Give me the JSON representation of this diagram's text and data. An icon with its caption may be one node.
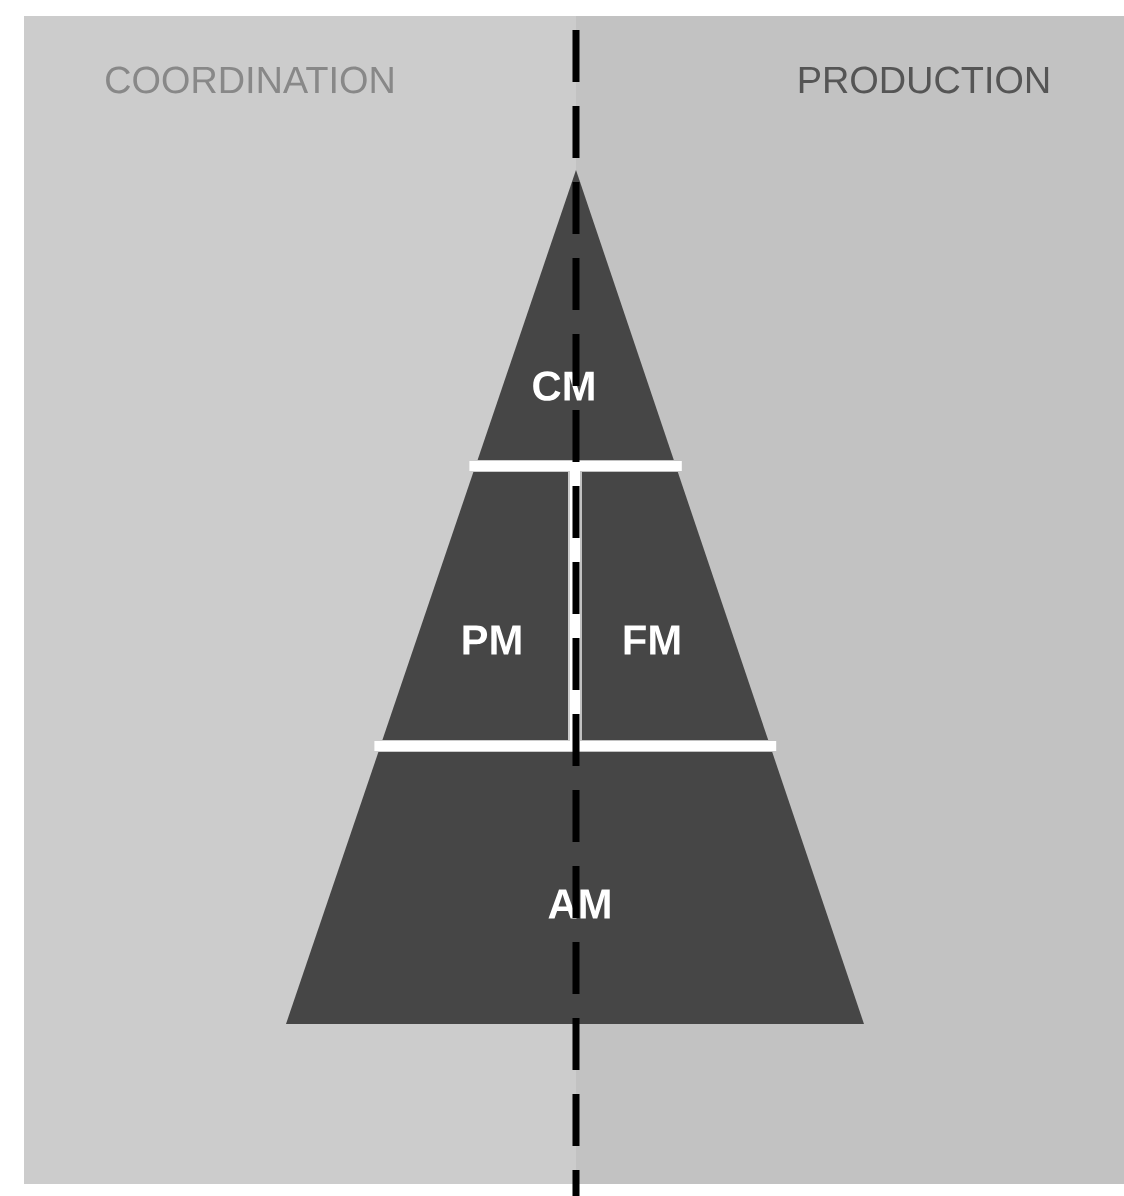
{
  "diagram": {
    "nodes": [
      {
        "text": [
          "COORDINATION"
        ]
      },
      {
        "text": [
          "PRODUCTION"
        ]
      },
      {
        "text": [
          "CM"
        ]
      },
      {
        "text": [
          "PM"
        ],
        "in": 0
      },
      {
        "text": [
          "FM"
        ],
        "in": 1
      },
      {
        "text": [
          "AM"
        ]
      }
    ]
  }
}
